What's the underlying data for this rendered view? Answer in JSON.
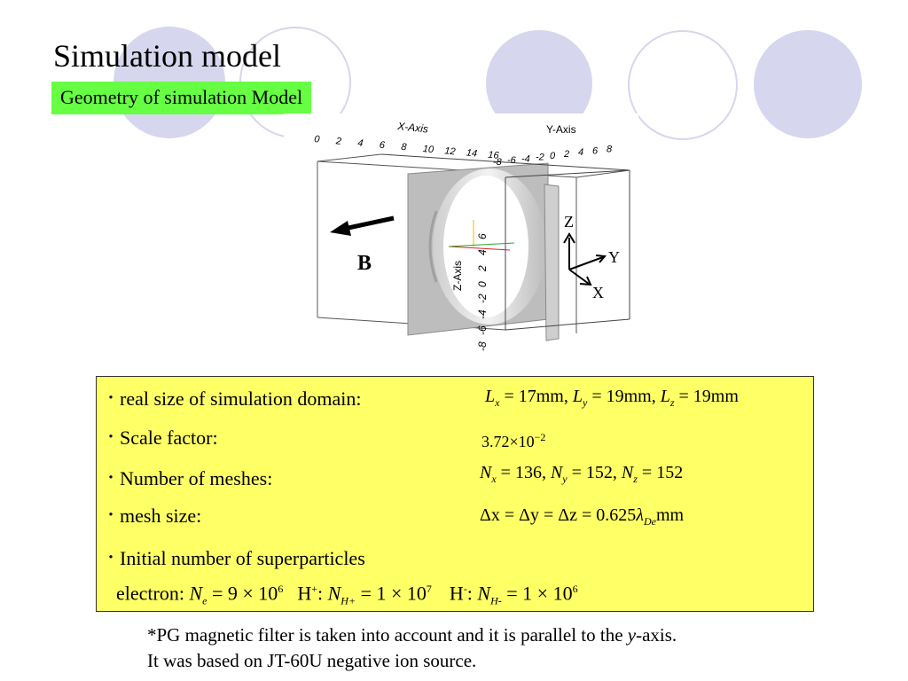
{
  "slide": {
    "title": "Simulation model",
    "subtitle": "Geometry of simulation Model"
  },
  "figure": {
    "x_axis_title": "X-Axis",
    "y_axis_title": "Y-Axis",
    "z_axis_title": "Z-Axis",
    "x_ticks": [
      "0",
      "2",
      "4",
      "6",
      "8",
      "10",
      "12",
      "14",
      "16"
    ],
    "y_ticks": [
      "-8",
      "-6",
      "-4",
      "-2",
      "0",
      "2",
      "4",
      "6",
      "8"
    ],
    "z_ticks": [
      "-8",
      "-6",
      "-4",
      "-2",
      "0",
      "2",
      "4",
      "6"
    ],
    "field_label": "B",
    "triad_z": "Z",
    "triad_y": "Y",
    "triad_x": "X"
  },
  "info": {
    "bullet_mark": "・",
    "items": {
      "domain": {
        "label": "real size of simulation domain:",
        "lx": "L",
        "lx_sub": "x",
        "lx_val": " = 17mm, ",
        "ly": "L",
        "ly_sub": "y",
        "ly_val": " = 19mm, ",
        "lz": "L",
        "lz_sub": "z",
        "lz_val": " = 19mm"
      },
      "scale": {
        "label": "Scale factor:",
        "base": "3.72×10",
        "exp": "−2"
      },
      "meshes": {
        "label": "Number of meshes:",
        "nx": "N",
        "nx_sub": "x",
        "nx_val": " = 136, ",
        "ny": "N",
        "ny_sub": "y",
        "ny_val": " = 152, ",
        "nz": "N",
        "nz_sub": "z",
        "nz_val": " = 152"
      },
      "mesh_size": {
        "label": "mesh size:",
        "expr": "Δx = Δy = Δz = 0.625",
        "lambda": "λ",
        "lambda_sub": "De",
        "unit": "mm"
      },
      "particles": {
        "label": "Initial number of superparticles",
        "electron_prefix": "electron: ",
        "ne": "N",
        "ne_sub": "e",
        "ne_val": " = 9 × 10",
        "ne_exp": "6",
        "hplus_prefix": "H",
        "hplus_sup": "+",
        "hplus_colon": ": ",
        "nhp": "N",
        "nhp_sub": "H+",
        "nhp_val": " = 1 × 10",
        "nhp_exp": "7",
        "hminus_prefix": "H",
        "hminus_sup": "-",
        "hminus_colon": ": ",
        "nhm": "N",
        "nhm_sub": "H-",
        "nhm_val": " = 1 × 10",
        "nhm_exp": "6"
      }
    }
  },
  "footnote": {
    "line1_pre": "*PG magnetic filter is taken into account and it is parallel to the ",
    "line1_var": "y",
    "line1_post": "-axis.",
    "line2": "It was based on JT-60U negative ion source."
  },
  "colors": {
    "decoration": "#d6d6ee",
    "subtitle_bg": "#66ff44",
    "infobox_bg": "#ffff66"
  }
}
